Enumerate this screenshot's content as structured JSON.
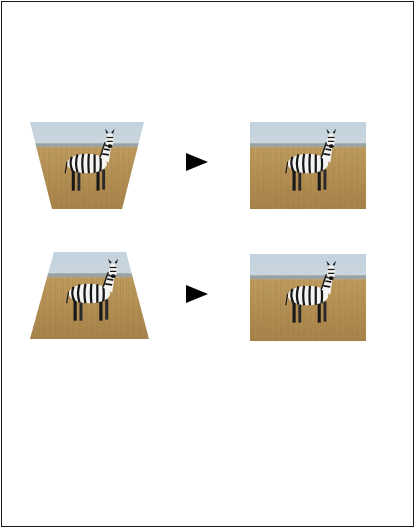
{
  "figure": {
    "background": "#ffffff",
    "border_color": "#1a1a1a",
    "arrow_color": "#000000",
    "icon": "right-arrow-icon",
    "colors": {
      "sky_top": "#c2d2de",
      "sky_bottom": "#e2e2dc",
      "horizon": "#9aa3a2",
      "grass_top": "#bf9c5e",
      "grass_bottom": "#a8834a",
      "zebra_black": "#161616",
      "zebra_white": "#f4f4f2"
    },
    "rows": [
      {
        "input_shape": "inverted-trapezoid",
        "output_shape": "rectangle"
      },
      {
        "input_shape": "trapezoid",
        "output_shape": "rectangle"
      }
    ]
  }
}
